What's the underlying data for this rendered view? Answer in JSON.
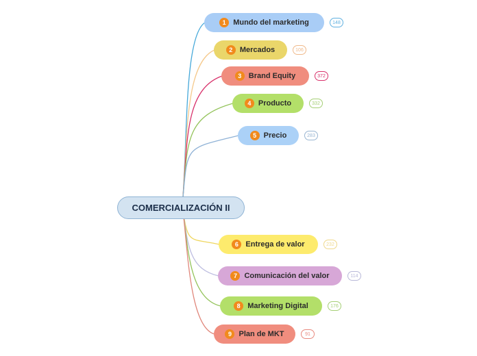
{
  "root": {
    "label": "COMERCIALIZACIÓN II"
  },
  "topics": [
    {
      "num": "1",
      "label": "Mundo del marketing",
      "count": "148",
      "fill": "#a9cdf6",
      "line": "#45a8d9",
      "count_color": "#5fb0e0"
    },
    {
      "num": "2",
      "label": "Mercados",
      "count": "106",
      "fill": "#ead66a",
      "line": "#f5c98c",
      "count_color": "#f0b98a"
    },
    {
      "num": "3",
      "label": "Brand Equity",
      "count": "372",
      "fill": "#f08d7e",
      "line": "#d8306a",
      "count_color": "#d8306a"
    },
    {
      "num": "4",
      "label": "Producto",
      "count": "332",
      "fill": "#b3df69",
      "line": "#93c35a",
      "count_color": "#a5cf75"
    },
    {
      "num": "5",
      "label": "Precio",
      "count": "283",
      "fill": "#abd1f7",
      "line": "#8fb2d6",
      "count_color": "#98b5d2"
    },
    {
      "num": "6",
      "label": "Entrega de valor",
      "count": "232",
      "fill": "#fdeb6d",
      "line": "#efd65e",
      "count_color": "#efd88a"
    },
    {
      "num": "7",
      "label": "Comunicación del valor",
      "count": "114",
      "fill": "#d7a7d7",
      "line": "#bdbde0",
      "count_color": "#b8b8d8"
    },
    {
      "num": "8",
      "label": "Marketing Digital",
      "count": "176",
      "fill": "#b3df69",
      "line": "#93c35a",
      "count_color": "#a5cf75"
    },
    {
      "num": "9",
      "label": "Plan de MKT",
      "count": "91",
      "fill": "#f08d7e",
      "line": "#e0877b",
      "count_color": "#e8897e"
    }
  ]
}
